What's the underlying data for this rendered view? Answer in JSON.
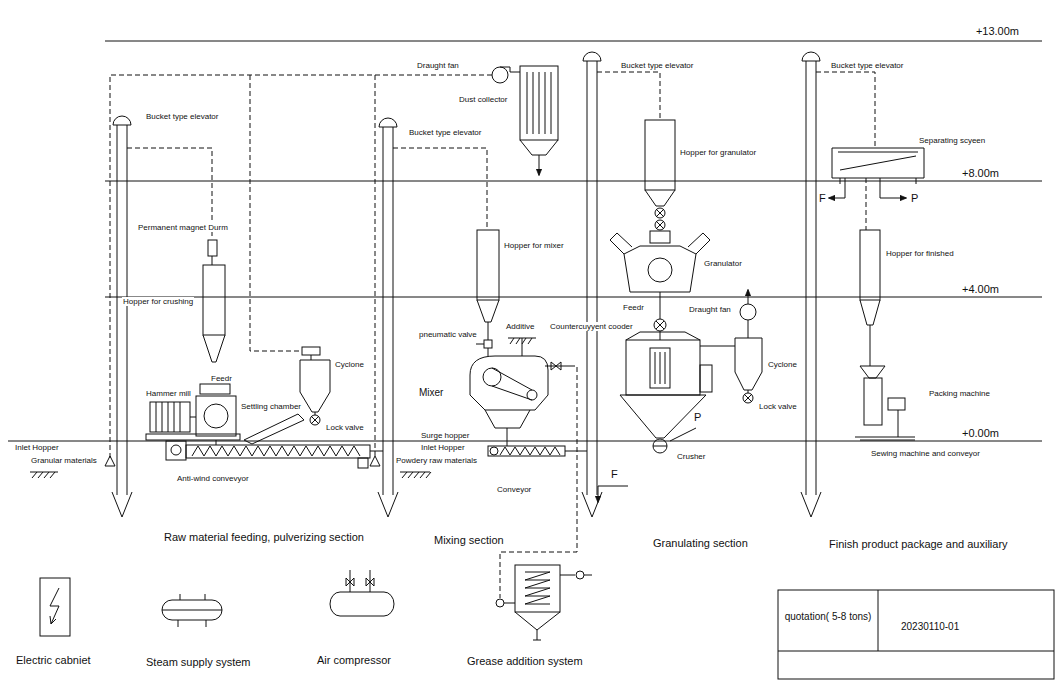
{
  "diagram": {
    "labels": [
      "+13.00m",
      "Draught fan",
      "Bucket type elevator",
      "Bucket type elevator",
      "Dust collector",
      "Bucket type elevator",
      "Bucket type elevator",
      "Separating scyeen",
      "Hopper for granulator",
      "+8.00m",
      "F",
      "P",
      "Permanent magnet Durm",
      "Hopper for mixer",
      "Hopper for finished",
      "Granulator",
      "+4.00m",
      "Hopper for crushing",
      "Feedr",
      "Draught fan",
      "Additive",
      "Countercuyyent cooder",
      "pneumatic valve",
      "Cyclone",
      "Cyclone",
      "Feedr",
      "Mixer",
      "Packing machine",
      "Hammer mill",
      "Settling chamber",
      "Lock valve",
      "P",
      "Lock valve",
      "+0.00m",
      "Surge hopper",
      "Inlet Hopper",
      "Inlet Hopper",
      "Sewing machine and conveyor",
      "Crusher",
      "Granular materials",
      "Powdery raw materials",
      "F",
      "Anti-wind convevyor",
      "Conveyor",
      "Raw material feeding, pulverizing section",
      "Mixing section",
      "Granulating section",
      "Finish product package and auxiliary",
      "quotation( 5-8 tons)",
      "20230110-01",
      "Electric cabniet",
      "Steam supply system",
      "Air compressor",
      "Grease addition system"
    ]
  }
}
